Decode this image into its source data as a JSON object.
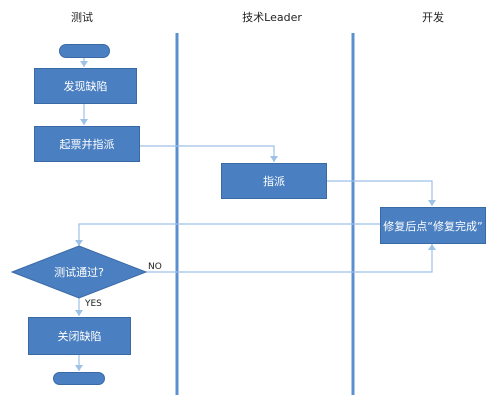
{
  "lanes": [
    {
      "title": "测试"
    },
    {
      "title": "技术Leader"
    },
    {
      "title": "开发"
    }
  ],
  "nodes": {
    "find_bug": "发现缺陷",
    "create_assign": "起票并指派",
    "assign": "指派",
    "fix_done": "修复后点“修复完成”",
    "test_pass": "测试通过?",
    "close_bug": "关闭缺陷"
  },
  "edges": {
    "no_label": "NO",
    "yes_label": "YES"
  },
  "colors": {
    "node_fill": "#4a7fc1",
    "node_border": "#3a6aa5",
    "swimlane_line": "#5b8fcf",
    "connector": "#9ec1e6"
  }
}
